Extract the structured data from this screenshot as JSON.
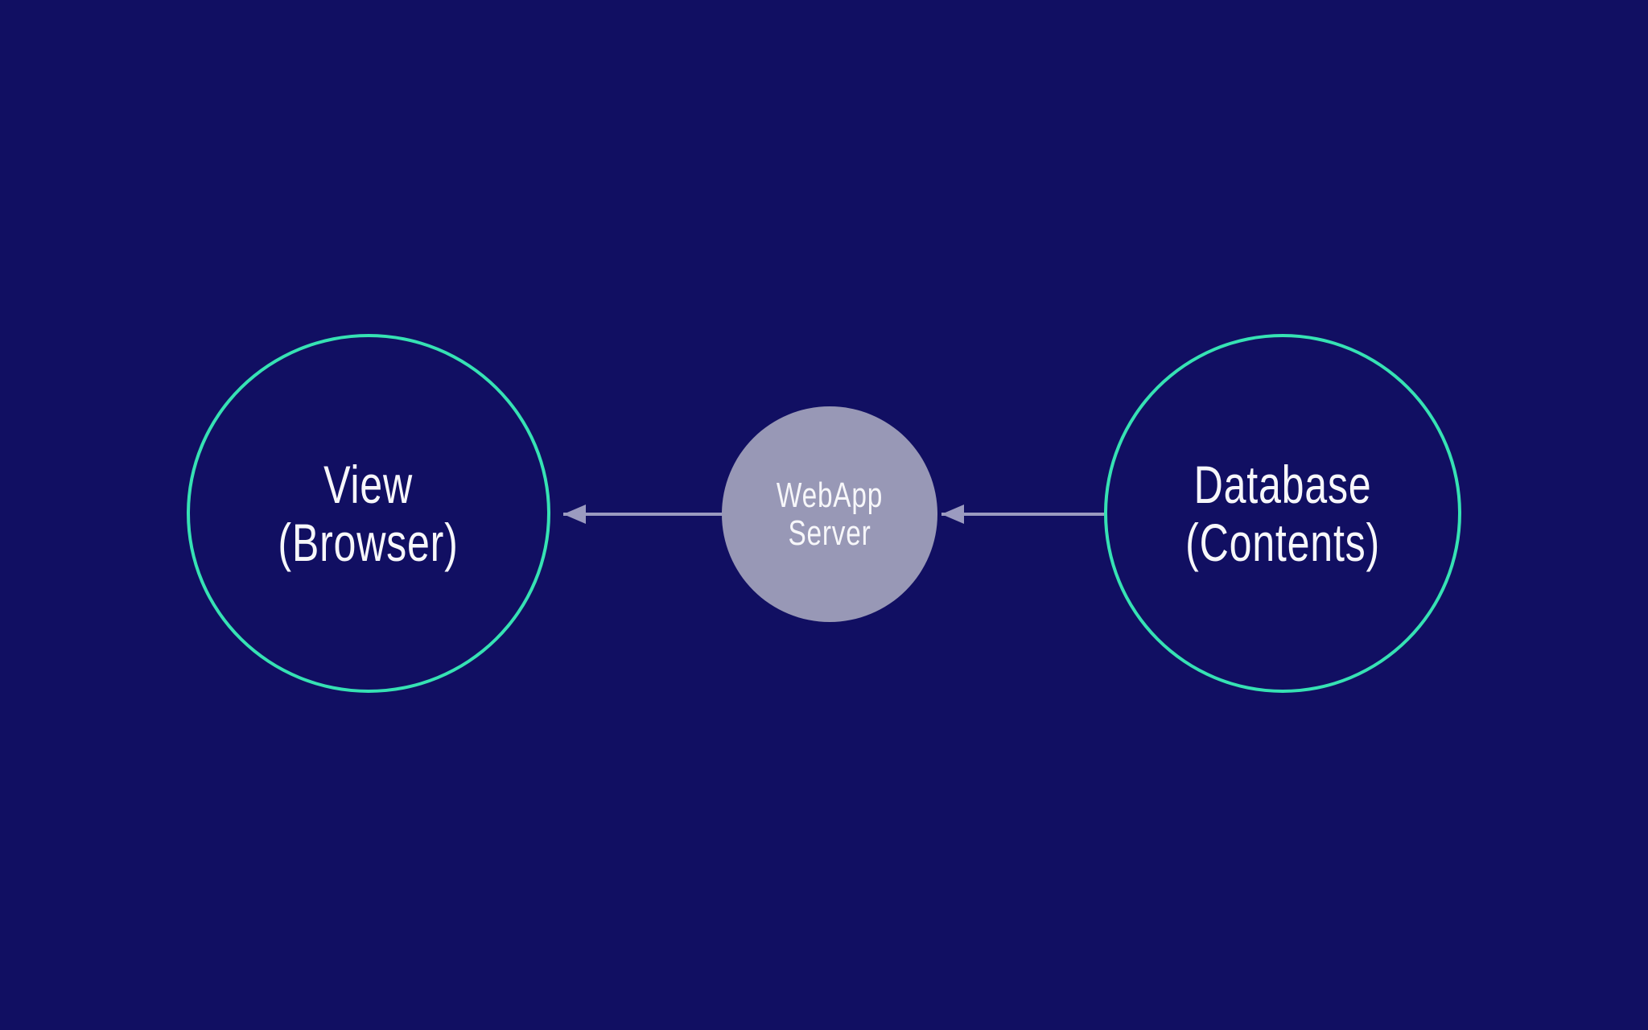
{
  "diagram": {
    "title": "webapp-architecture-diagram",
    "colors": {
      "bg": "#110f62",
      "teal": "#36e2b4",
      "node-fill": "#9898b6",
      "arrow": "#9b9bc0",
      "text": "#f7f7fa"
    },
    "nodes": [
      {
        "id": "view",
        "line1": "View",
        "line2": "(Browser)",
        "shape": "circle-outline"
      },
      {
        "id": "webapp-server",
        "line1": "WebApp",
        "line2": "Server",
        "shape": "circle-filled"
      },
      {
        "id": "database",
        "line1": "Database",
        "line2": "(Contents)",
        "shape": "circle-outline"
      }
    ],
    "edges": [
      {
        "from": "webapp-server",
        "to": "view",
        "style": "thin-gray-arrow",
        "direction": "left"
      },
      {
        "from": "database",
        "to": "webapp-server",
        "style": "thin-gray-arrow",
        "direction": "left"
      }
    ]
  }
}
